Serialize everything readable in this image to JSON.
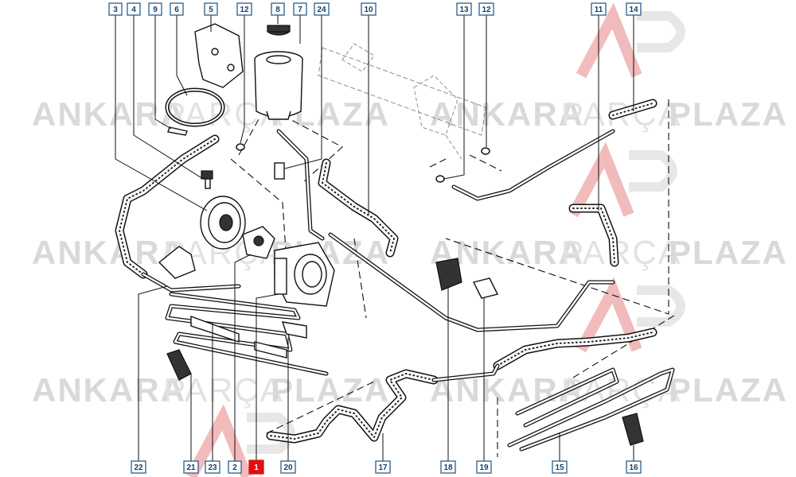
{
  "watermark": {
    "left_bold": "ANKARA",
    "mid_light": "PARÇA",
    "right_bold": "PLAZA"
  },
  "callouts": [
    {
      "id": "c3",
      "label": "3",
      "highlight": false
    },
    {
      "id": "c4",
      "label": "4",
      "highlight": false
    },
    {
      "id": "c9",
      "label": "9",
      "highlight": false
    },
    {
      "id": "c6",
      "label": "6",
      "highlight": false
    },
    {
      "id": "c5",
      "label": "5",
      "highlight": false
    },
    {
      "id": "c12a",
      "label": "12",
      "highlight": false
    },
    {
      "id": "c8",
      "label": "8",
      "highlight": false
    },
    {
      "id": "c7",
      "label": "7",
      "highlight": false
    },
    {
      "id": "c24",
      "label": "24",
      "highlight": false
    },
    {
      "id": "c10",
      "label": "10",
      "highlight": false
    },
    {
      "id": "c13",
      "label": "13",
      "highlight": false
    },
    {
      "id": "c12b",
      "label": "12",
      "highlight": false
    },
    {
      "id": "c11",
      "label": "11",
      "highlight": false
    },
    {
      "id": "c14",
      "label": "14",
      "highlight": false
    },
    {
      "id": "c22",
      "label": "22",
      "highlight": false
    },
    {
      "id": "c21",
      "label": "21",
      "highlight": false
    },
    {
      "id": "c23",
      "label": "23",
      "highlight": false
    },
    {
      "id": "c2",
      "label": "2",
      "highlight": false
    },
    {
      "id": "c1",
      "label": "1",
      "highlight": true
    },
    {
      "id": "c20",
      "label": "20",
      "highlight": false
    },
    {
      "id": "c17",
      "label": "17",
      "highlight": false
    },
    {
      "id": "c18",
      "label": "18",
      "highlight": false
    },
    {
      "id": "c19",
      "label": "19",
      "highlight": false
    },
    {
      "id": "c15",
      "label": "15",
      "highlight": false
    },
    {
      "id": "c16",
      "label": "16",
      "highlight": false
    }
  ],
  "colors": {
    "label_border": "#2a5f8f",
    "label_text": "#1a3f66",
    "highlight": "#e01010",
    "watermark": "#d9d9d9"
  }
}
